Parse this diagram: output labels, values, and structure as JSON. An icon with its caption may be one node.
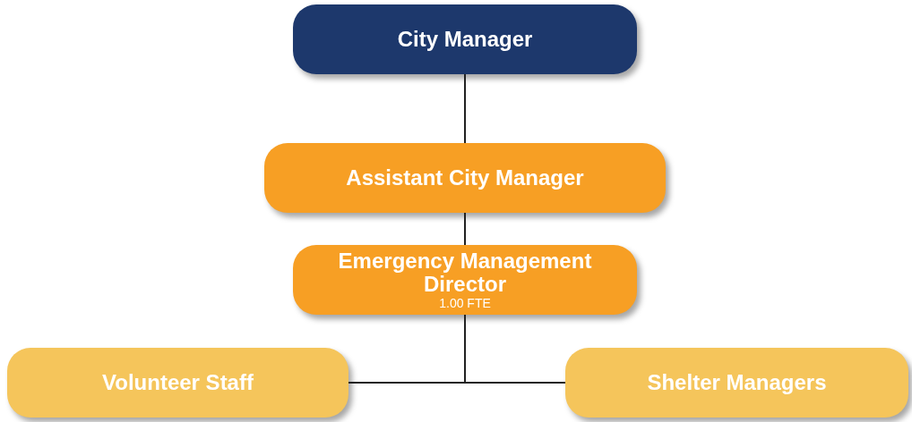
{
  "diagram": {
    "nodes": [
      {
        "text": [
          "City Manager"
        ]
      },
      {
        "text": [
          "Assistant City Manager"
        ]
      },
      {
        "text": [
          "Emergency Management Director",
          "1.00 FTE"
        ]
      },
      {
        "text": [
          "Volunteer Staff"
        ]
      },
      {
        "text": [
          "Shelter Managers"
        ]
      }
    ],
    "edges": [
      {
        "from": 0,
        "to": 1,
        "arrow": "none"
      },
      {
        "from": 1,
        "to": 2,
        "arrow": "none"
      },
      {
        "from": 2,
        "to": 3,
        "arrow": "none"
      },
      {
        "from": 2,
        "to": 4,
        "arrow": "none"
      }
    ]
  }
}
